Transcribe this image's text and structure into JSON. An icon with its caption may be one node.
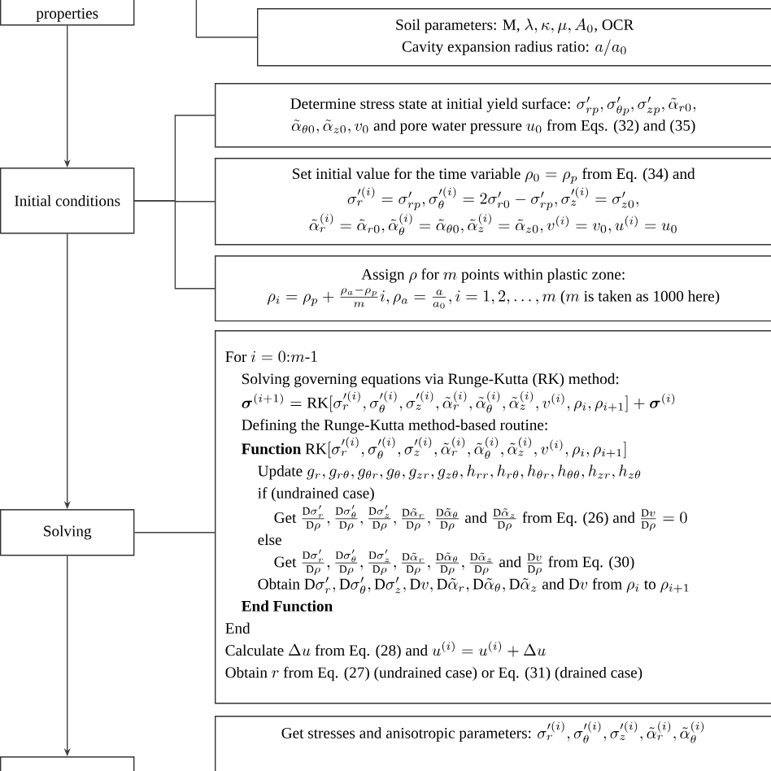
{
  "diagram": {
    "nodes": [
      {
        "text": [
          "properties"
        ]
      },
      {
        "text": [
          "\\text{Soil parameters: M, }\\lambda, \\kappa, \\mu, A_0\\text{, OCR}",
          "\\text{Cavity expansion radius ratio: } a/a_0"
        ]
      },
      {
        "text": [
          "Initial conditions"
        ]
      },
      {
        "text": [
          "\\text{Determine stress state at initial yield surface: } \\sigma_{rp}', \\sigma_{\\theta p}', \\sigma_{zp}', \\tilde{\\alpha}_{r0},",
          "\\tilde{\\alpha}_{\\theta0}, \\tilde{\\alpha}_{z0}, v_0 \\text{ and pore water pressure } u_0 \\text{ from Eqs. (32) and (35)}"
        ]
      },
      {
        "text": [
          "\\text{Set initial value for the time variable } \\rho_0 = \\rho_p \\text{ from Eq. (34) and}",
          "\\sigma_r'^{(i)} = \\sigma_{rp}', \\sigma_\\theta'^{(i)} = 2\\sigma_{r0}' - \\sigma_{rp}', \\sigma_z'^{(i)} = \\sigma_{z0}',",
          "\\tilde{\\alpha}_r^{(i)} = \\tilde{\\alpha}_{r0}, \\tilde{\\alpha}_\\theta^{(i)} = \\tilde{\\alpha}_{\\theta0}, \\tilde{\\alpha}_z^{(i)} = \\tilde{\\alpha}_{z0}, v^{(i)} = v_0, u^{(i)} = u_0"
        ]
      },
      {
        "text": [
          "\\text{Assign } \\rho \\text{ for } m \\text{ points within plastic zone:}",
          "\\rho_i = \\rho_p + \\frac{\\rho_a - \\rho_p}{m} i, \\rho_a = \\frac{a}{a_0}, i = 1,2,\\ldots,m \\text{ (}m\\text{ is taken as 1000 here)}"
        ]
      },
      {
        "text": [
          "Solving"
        ]
      },
      {
        "text": [
          "\\text{For } i = 0{:}m\\text{-}1",
          "Solving governing equations via Runge-Kutta (RK) method:",
          "\\boldsymbol{\\sigma}^{(i+1)} = \\mathrm{RK}[\\sigma_r'^{(i)}, \\sigma_\\theta'^{(i)}, \\sigma_z'^{(i)}, \\tilde{\\alpha}_r^{(i)}, \\tilde{\\alpha}_\\theta^{(i)}, \\tilde{\\alpha}_z^{(i)}, v^{(i)}, \\rho_i, \\rho_{i+1}] + \\boldsymbol{\\sigma}^{(i)}",
          "Defining the Runge-Kutta method-based routine:",
          "\\text{\\textbf{Function} }\\mathrm{RK}[\\sigma_r'^{(i)}, \\sigma_\\theta'^{(i)}, \\sigma_z'^{(i)}, \\tilde{\\alpha}_r^{(i)}, \\tilde{\\alpha}_\\theta^{(i)}, \\tilde{\\alpha}_z^{(i)}, v^{(i)}, \\rho_i, \\rho_{i+1}]",
          "\\text{Update } g_r, g_{r\\theta}, g_{\\theta r}, g_\\theta, g_{zr}, g_{z\\theta}, h_{rr}, h_{r\\theta}, h_{\\theta r}, h_{\\theta\\theta}, h_{zr}, h_{z\\theta}",
          "if (undrained case)",
          "\\text{Get } \\frac{\\mathrm{D}\\sigma_r'}{\\mathrm{D}\\rho}, \\frac{\\mathrm{D}\\sigma_\\theta'}{\\mathrm{D}\\rho}, \\frac{\\mathrm{D}\\sigma_z'}{\\mathrm{D}\\rho}, \\frac{\\mathrm{D}\\tilde{\\alpha}_r}{\\mathrm{D}\\rho}, \\frac{\\mathrm{D}\\tilde{\\alpha}_\\theta}{\\mathrm{D}\\rho} \\text{ and } \\frac{\\mathrm{D}\\tilde{\\alpha}_z}{\\mathrm{D}\\rho} \\text{ from Eq. (26) and } \\frac{\\mathrm{D}v}{\\mathrm{D}\\rho} = 0",
          "else",
          "\\text{Get } \\frac{\\mathrm{D}\\sigma_r'}{\\mathrm{D}\\rho}, \\frac{\\mathrm{D}\\sigma_\\theta'}{\\mathrm{D}\\rho}, \\frac{\\mathrm{D}\\sigma_z'}{\\mathrm{D}\\rho}, \\frac{\\mathrm{D}\\tilde{\\alpha}_r}{\\mathrm{D}\\rho}, \\frac{\\mathrm{D}\\tilde{\\alpha}_\\theta}{\\mathrm{D}\\rho}, \\frac{\\mathrm{D}\\tilde{\\alpha}_z}{\\mathrm{D}\\rho} \\text{ and } \\frac{\\mathrm{D}v}{\\mathrm{D}\\rho} \\text{ from Eq. (30)}",
          "\\text{Obtain } \\mathrm{D}\\sigma_r', \\mathrm{D}\\sigma_\\theta', \\mathrm{D}\\sigma_z', \\mathrm{D}v, \\mathrm{D}\\tilde{\\alpha}_r, \\mathrm{D}\\tilde{\\alpha}_\\theta, \\mathrm{D}\\tilde{\\alpha}_z \\text{ and } \\mathrm{D}v \\text{ from } \\rho_i \\text{ to } \\rho_{i+1}",
          "End Function",
          "End",
          "\\text{Calculate } \\Delta u \\text{ from Eq. (28) and } u^{(i)} = u^{(i)} + \\Delta u",
          "\\text{Obtain } r \\text{ from Eq. (27) (undrained case) or Eq. (31) (drained case)}"
        ]
      },
      {
        "text": [],
        "shape": "box"
      },
      {
        "text": [
          "\\text{Get stresses and anisotropic parameters: } \\sigma_r'^{(i)}, \\sigma_\\theta'^{(i)}, \\sigma_z'^{(i)}, \\tilde{\\alpha}_r^{(i)}, \\tilde{\\alpha}_\\theta^{(i)}"
        ]
      }
    ],
    "edges": [
      {
        "from": 0,
        "to": 1,
        "arrow": "none"
      },
      {
        "from": 0,
        "to": 2,
        "arrow": "to"
      },
      {
        "from": 2,
        "to": 3,
        "arrow": "none"
      },
      {
        "from": 2,
        "to": 4,
        "arrow": "none"
      },
      {
        "from": 2,
        "to": 5,
        "arrow": "none"
      },
      {
        "from": 2,
        "to": 6,
        "arrow": "to"
      },
      {
        "from": 6,
        "to": 7,
        "arrow": "none"
      },
      {
        "from": 6,
        "to": 8,
        "arrow": "to"
      }
    ]
  }
}
